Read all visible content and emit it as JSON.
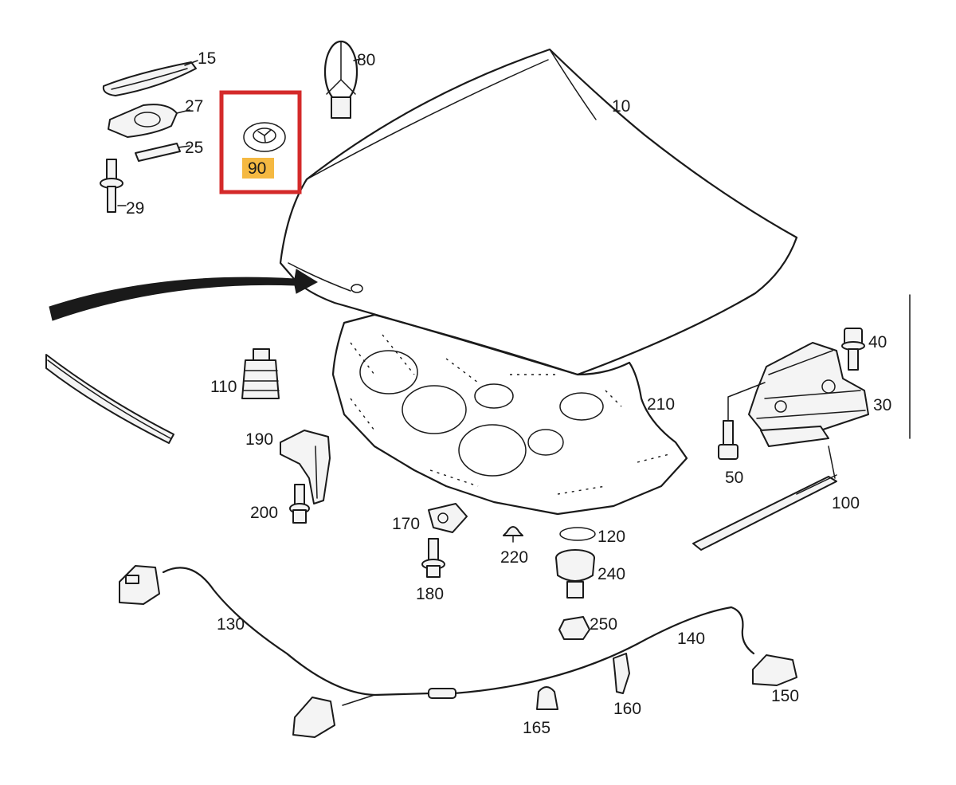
{
  "highlight": {
    "part": "90",
    "box_color": "#d42a2a",
    "label_bg": "#f5b942"
  },
  "callouts": [
    {
      "id": "15",
      "text": "15"
    },
    {
      "id": "27",
      "text": "27"
    },
    {
      "id": "25",
      "text": "25"
    },
    {
      "id": "29",
      "text": "29"
    },
    {
      "id": "80",
      "text": "80"
    },
    {
      "id": "90",
      "text": "90"
    },
    {
      "id": "10",
      "text": "10"
    },
    {
      "id": "40",
      "text": "40"
    },
    {
      "id": "30",
      "text": "30"
    },
    {
      "id": "110",
      "text": "110"
    },
    {
      "id": "210",
      "text": "210"
    },
    {
      "id": "190",
      "text": "190"
    },
    {
      "id": "50",
      "text": "50"
    },
    {
      "id": "200",
      "text": "200"
    },
    {
      "id": "100",
      "text": "100"
    },
    {
      "id": "170",
      "text": "170"
    },
    {
      "id": "120",
      "text": "120"
    },
    {
      "id": "220",
      "text": "220"
    },
    {
      "id": "240",
      "text": "240"
    },
    {
      "id": "180",
      "text": "180"
    },
    {
      "id": "130",
      "text": "130"
    },
    {
      "id": "250",
      "text": "250"
    },
    {
      "id": "140",
      "text": "140"
    },
    {
      "id": "150",
      "text": "150"
    },
    {
      "id": "160",
      "text": "160"
    },
    {
      "id": "165",
      "text": "165"
    }
  ]
}
